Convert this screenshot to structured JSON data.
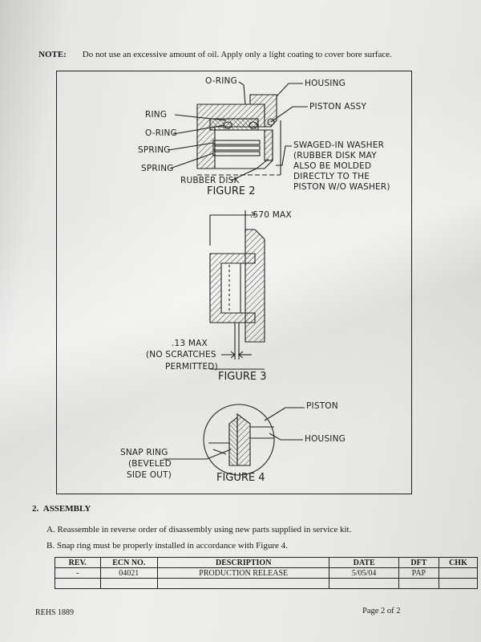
{
  "note": {
    "label": "NOTE:",
    "text": "Do not use an excessive amount of oil. Apply only a light coating to cover bore surface."
  },
  "figure2": {
    "caption": "FIGURE 2",
    "labels": {
      "o_ring_top": "O-RING",
      "housing": "HOUSING",
      "piston_assy": "PISTON ASSY",
      "ring": "RING",
      "o_ring": "O-RING",
      "spring1": "SPRING",
      "spring2": "SPRING",
      "rubber_disk": "RUBBER DISK",
      "swaged1": "SWAGED-IN WASHER",
      "swaged2": "(RUBBER DISK MAY",
      "swaged3": "ALSO BE MOLDED",
      "swaged4": "DIRECTLY TO THE",
      "swaged5": "PISTON W/O WASHER)"
    }
  },
  "figure3": {
    "caption": "FIGURE 3",
    "labels": {
      "max_570": ".570 MAX",
      "max_13": ".13 MAX",
      "no_scratch1": "(NO SCRATCHES",
      "no_scratch2": "PERMITTED)"
    }
  },
  "figure4": {
    "caption": "FIGURE 4",
    "labels": {
      "piston": "PISTON",
      "housing": "HOUSING",
      "snap1": "SNAP RING",
      "snap2": "(BEVELED",
      "snap3": "SIDE OUT)"
    }
  },
  "assembly": {
    "number": "2.",
    "title": "ASSEMBLY",
    "item_a": "A. Reassemble in reverse order of disassembly using new parts supplied in service kit.",
    "item_b": "B. Snap ring must be properly installed in accordance with Figure 4."
  },
  "revision_table": {
    "headers": {
      "rev": "REV.",
      "ecn": "ECN NO.",
      "desc": "DESCRIPTION",
      "date": "DATE",
      "dft": "DFT",
      "chk": "CHK"
    },
    "row": {
      "rev": "-",
      "ecn": "04021",
      "desc": "PRODUCTION RELEASE",
      "date": "5/05/04",
      "dft": "PAP",
      "chk": ""
    }
  },
  "footer": {
    "doc_id": "REHS 1889",
    "page": "Page 2 of 2"
  }
}
